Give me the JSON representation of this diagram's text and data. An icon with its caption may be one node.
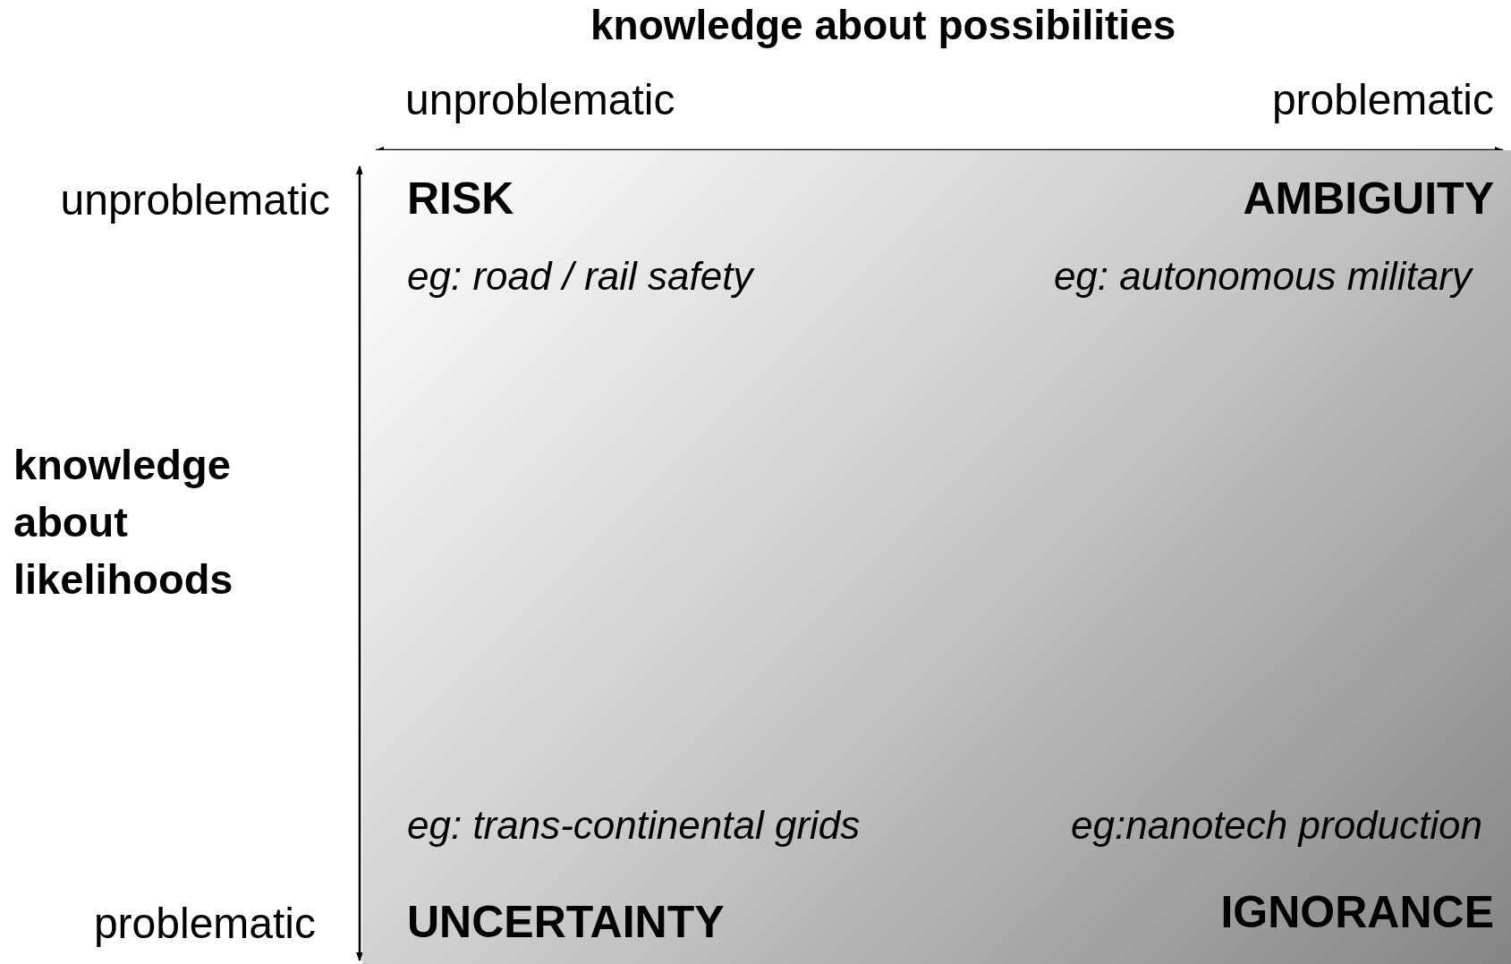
{
  "diagram": {
    "nodes": [
      {
        "text": [
          "RISK",
          "eg: road / rail safety",
          "AMBIGUITY",
          "eg: autonomous military",
          "eg: trans-continental grids",
          "eg:nanotech production",
          "UNCERTAINTY",
          "IGNORANCE"
        ]
      }
    ],
    "edges": [],
    "labels": [
      "knowledge about possibilities",
      "unproblematic",
      "problematic",
      "unproblematic",
      "knowledge about likelihoods",
      "problematic"
    ]
  }
}
